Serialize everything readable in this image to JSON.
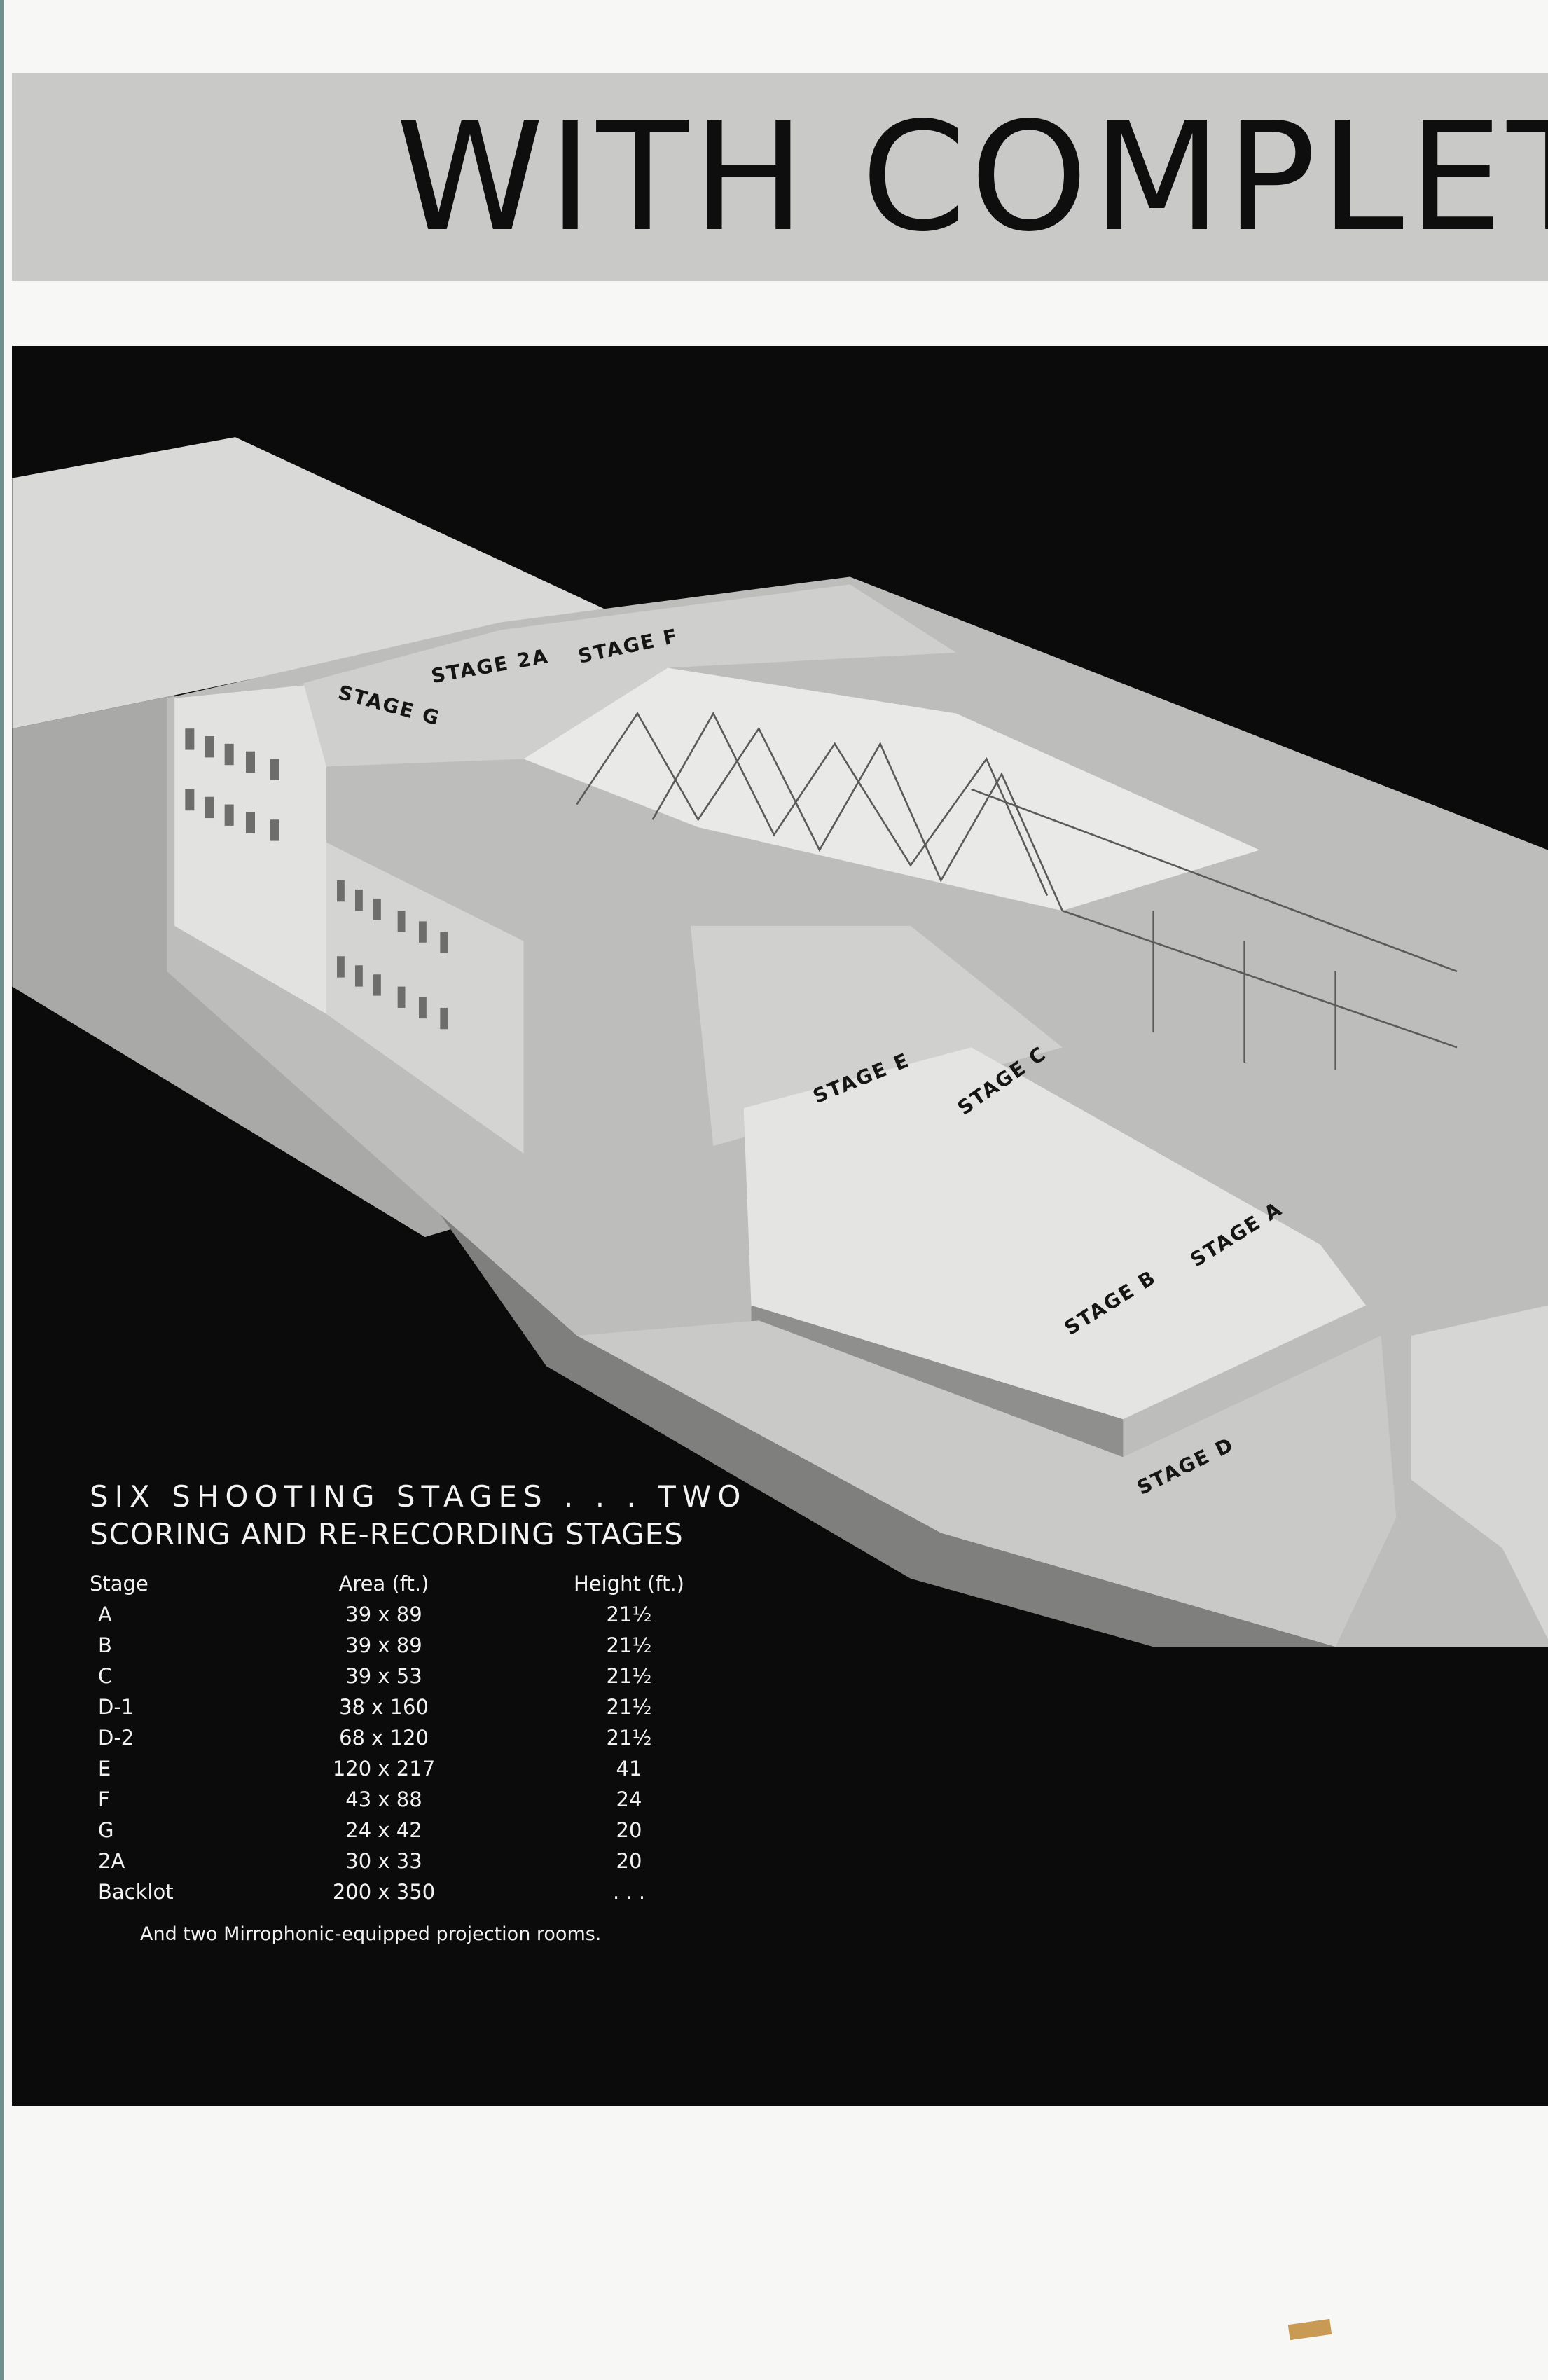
{
  "banner": {
    "title": "WITH COMPLETE"
  },
  "illustration": {
    "stage_labels": [
      "STAGE G",
      "STAGE 2A",
      "STAGE F",
      "STAGE E",
      "STAGE C",
      "STAGE A",
      "STAGE B",
      "STAGE D"
    ]
  },
  "stages_info": {
    "heading_line1": "SIX SHOOTING STAGES . . . TWO",
    "heading_line2": "SCORING AND RE-RECORDING STAGES",
    "columns": [
      "Stage",
      "Area (ft.)",
      "Height (ft.)"
    ],
    "rows": [
      {
        "stage": "A",
        "area": "39 x 89",
        "height": "21½"
      },
      {
        "stage": "B",
        "area": "39 x 89",
        "height": "21½"
      },
      {
        "stage": "C",
        "area": "39 x 53",
        "height": "21½"
      },
      {
        "stage": "D-1",
        "area": "38 x 160",
        "height": "21½"
      },
      {
        "stage": "D-2",
        "area": "68 x 120",
        "height": "21½"
      },
      {
        "stage": "E",
        "area": "120 x 217",
        "height": "41"
      },
      {
        "stage": "F",
        "area": "43 x 88",
        "height": "24"
      },
      {
        "stage": "G",
        "area": "24 x 42",
        "height": "20"
      },
      {
        "stage": "2A",
        "area": "30 x 33",
        "height": "20"
      },
      {
        "stage": "Backlot",
        "area": "200 x 350",
        "height": ". . ."
      }
    ],
    "footnote": "And two Mirrophonic-equipped projection rooms."
  }
}
